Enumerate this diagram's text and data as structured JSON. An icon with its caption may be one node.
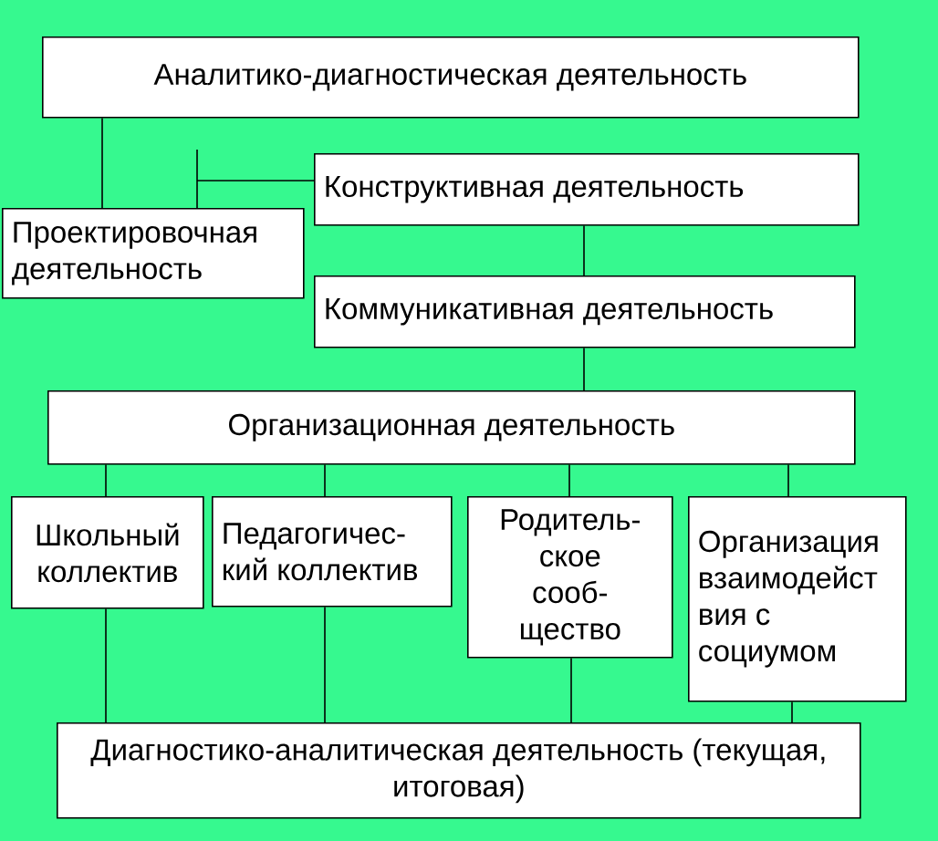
{
  "diagram": {
    "nodes": [
      {
        "text": [
          "Аналитико-диагностическая деятельность"
        ]
      },
      {
        "text": [
          "Проектировочная деятельность"
        ]
      },
      {
        "text": [
          "Конструктивная деятельность"
        ]
      },
      {
        "text": [
          "Коммуникативная деятельность"
        ]
      },
      {
        "text": [
          "Организационная деятельность"
        ]
      },
      {
        "text": [
          "Школьный коллектив"
        ]
      },
      {
        "text": [
          "Педагогичес-кий коллектив"
        ]
      },
      {
        "text": [
          "Родитель-ское сооб-щество"
        ]
      },
      {
        "text": [
          "Организация взаимодейст вия с социумом"
        ]
      },
      {
        "text": [
          "Диагностико-аналитическая деятельность (текущая, итоговая)"
        ]
      }
    ],
    "edges": [
      {
        "from": 0,
        "to": 1,
        "arrow": "none"
      },
      {
        "from": 1,
        "to": 2,
        "arrow": "none"
      },
      {
        "from": 2,
        "to": 3,
        "arrow": "none"
      },
      {
        "from": 3,
        "to": 4,
        "arrow": "none"
      },
      {
        "from": 4,
        "to": 5,
        "arrow": "none"
      },
      {
        "from": 4,
        "to": 6,
        "arrow": "none"
      },
      {
        "from": 4,
        "to": 7,
        "arrow": "none"
      },
      {
        "from": 4,
        "to": 8,
        "arrow": "none"
      },
      {
        "from": 5,
        "to": 9,
        "arrow": "none"
      },
      {
        "from": 6,
        "to": 9,
        "arrow": "none"
      },
      {
        "from": 7,
        "to": 9,
        "arrow": "none"
      },
      {
        "from": 8,
        "to": 9,
        "arrow": "none"
      }
    ]
  }
}
